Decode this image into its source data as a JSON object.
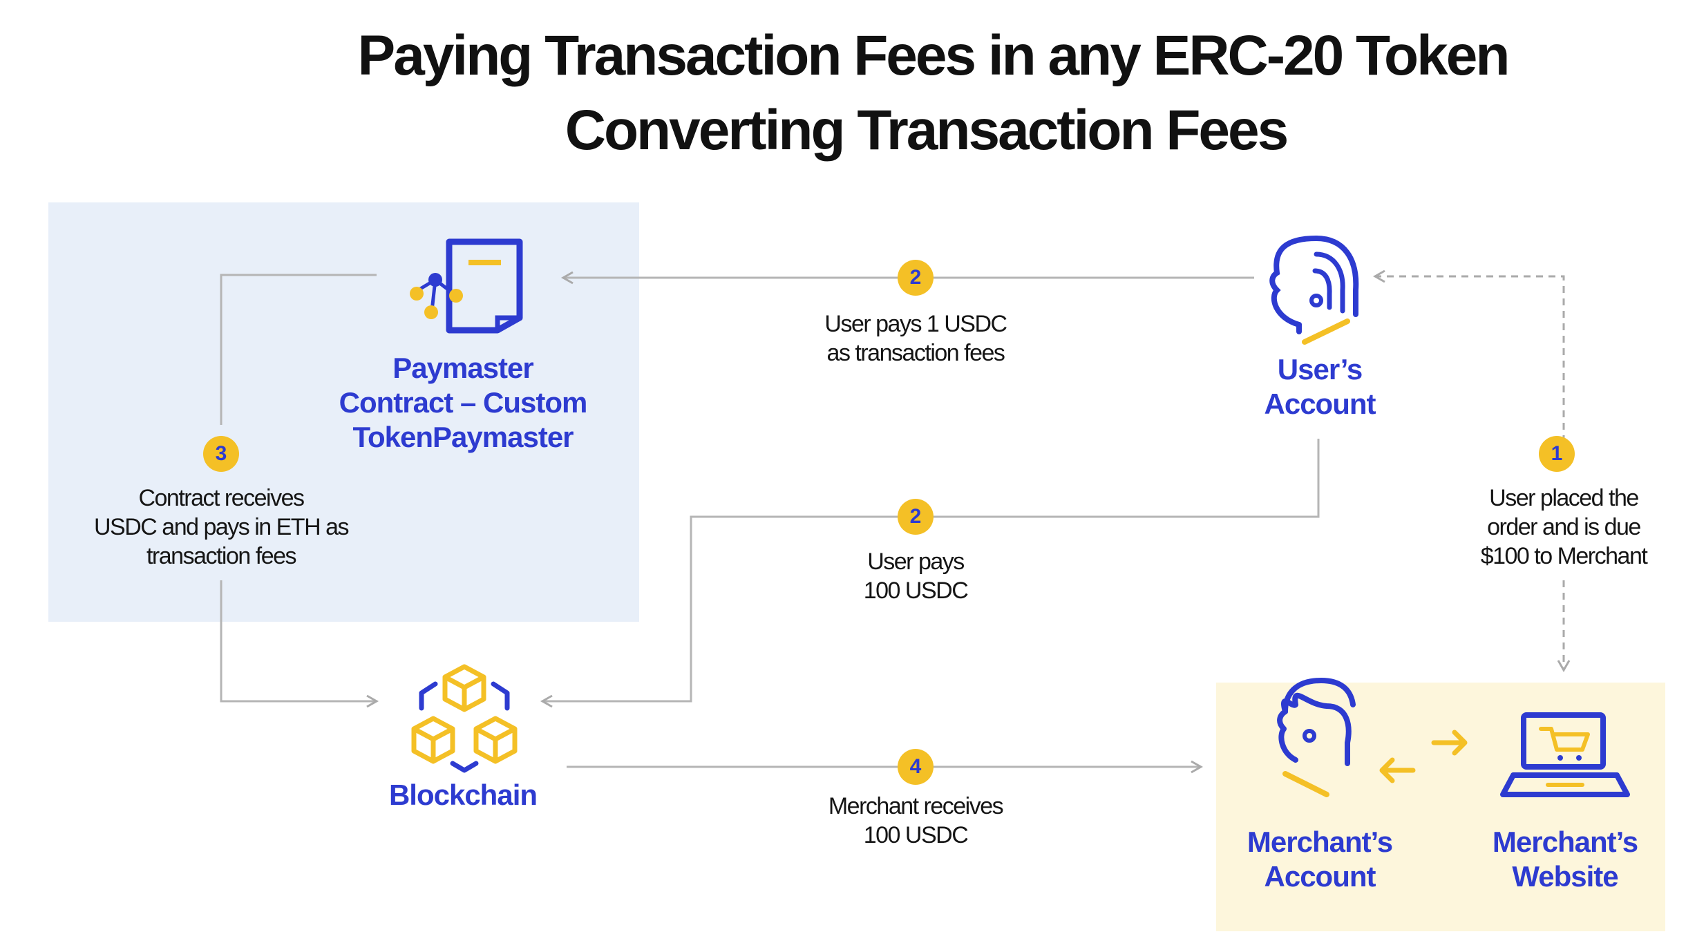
{
  "title": {
    "line1": "Paying Transaction Fees in any ERC-20 Token",
    "line2": "Converting Transaction Fees"
  },
  "nodes": {
    "paymaster": {
      "lines": [
        "Paymaster",
        "Contract – Custom",
        "TokenPaymaster"
      ],
      "icon": "contract-document-icon"
    },
    "user_account": {
      "lines": [
        "User’s",
        "Account"
      ],
      "icon": "user-fingerprint-head-icon"
    },
    "blockchain": {
      "lines": [
        "Blockchain"
      ],
      "icon": "blockchain-cubes-icon"
    },
    "merchant_account": {
      "lines": [
        "Merchant’s",
        "Account"
      ],
      "icon": "merchant-head-icon"
    },
    "merchant_website": {
      "lines": [
        "Merchant’s",
        "Website"
      ],
      "icon": "laptop-cart-icon"
    }
  },
  "steps": [
    {
      "number": "1",
      "lines": [
        "User placed the",
        "order and is due",
        "$100 to Merchant"
      ]
    },
    {
      "number": "2",
      "lines": [
        "User pays 1 USDC",
        "as transaction fees"
      ]
    },
    {
      "number": "2",
      "lines": [
        "User pays",
        "100 USDC"
      ]
    },
    {
      "number": "3",
      "lines": [
        "Contract receives",
        "USDC and pays in ETH as",
        "transaction fees"
      ]
    },
    {
      "number": "4",
      "lines": [
        "Merchant receives",
        "100 USDC"
      ]
    }
  ],
  "colors": {
    "blue": "#2d3bd0",
    "yellow": "#f4c026",
    "panel_blue": "#e8eff9",
    "panel_yellow": "#fdf6dc",
    "line_gray": "#b5b5b5"
  }
}
